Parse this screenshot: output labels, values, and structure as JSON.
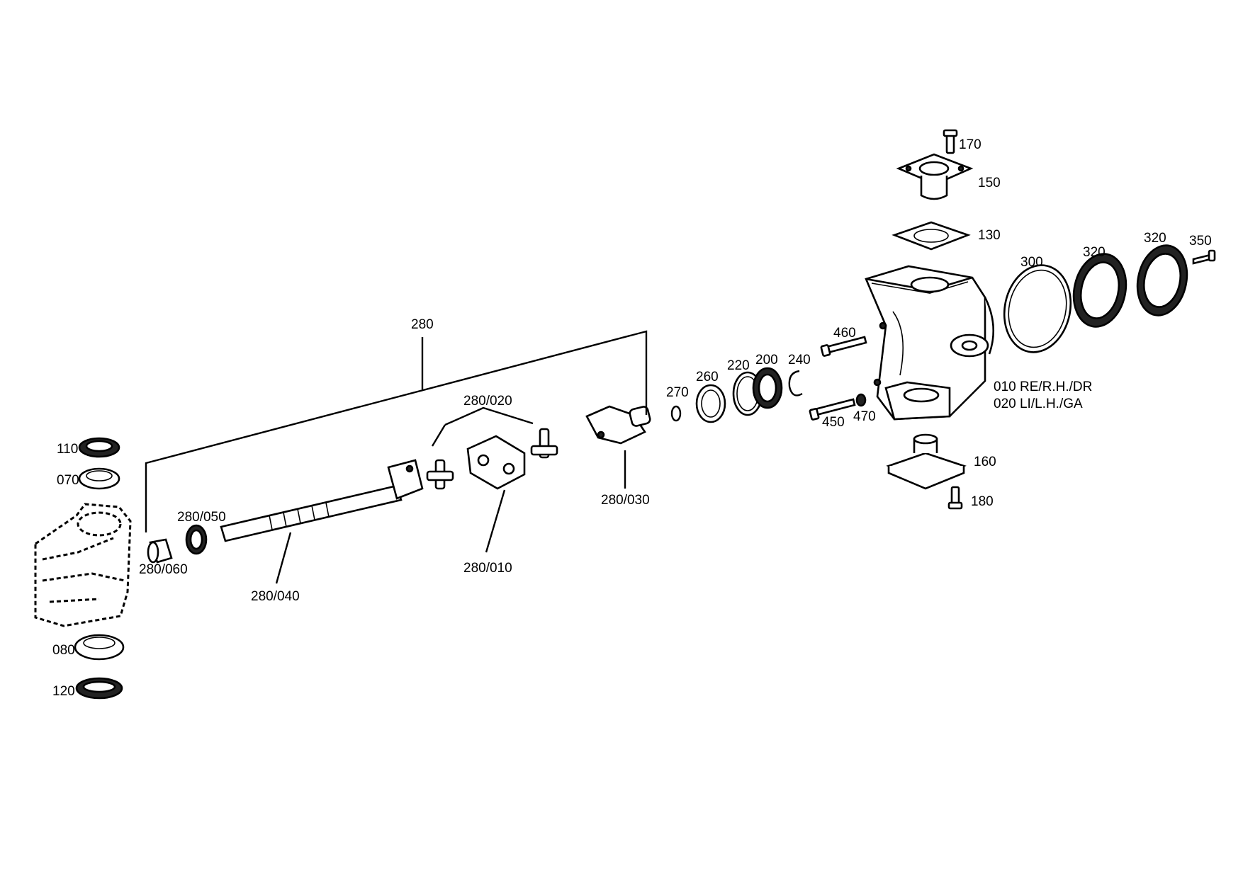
{
  "labels": {
    "l170": "170",
    "l150": "150",
    "l130": "130",
    "l300": "300",
    "l320a": "320",
    "l320b": "320",
    "l350": "350",
    "l460": "460",
    "l200": "200",
    "l220": "220",
    "l240": "240",
    "l260": "260",
    "l270": "270",
    "l450": "450",
    "l470": "470",
    "l010": "010 RE/R.H./DR",
    "l020": "020 LI/L.H./GA",
    "l160": "160",
    "l180": "180",
    "l280": "280",
    "l280_020": "280/020",
    "l280_030": "280/030",
    "l280_010": "280/010",
    "l280_040": "280/040",
    "l280_050": "280/050",
    "l280_060": "280/060",
    "l110": "110",
    "l070": "070",
    "l080": "080",
    "l120": "120"
  }
}
